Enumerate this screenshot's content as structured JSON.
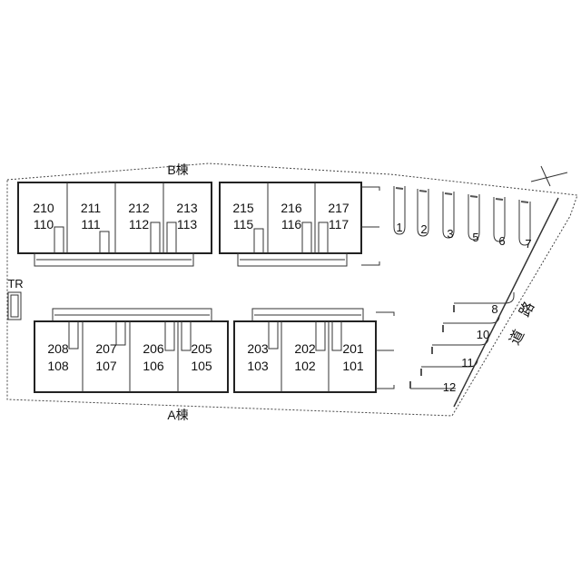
{
  "buildings": {
    "b": {
      "label": "B棟"
    },
    "a": {
      "label": "A棟"
    }
  },
  "units_b_left": [
    {
      "top": "210",
      "bottom": "110"
    },
    {
      "top": "211",
      "bottom": "111"
    },
    {
      "top": "212",
      "bottom": "112"
    },
    {
      "top": "213",
      "bottom": "113"
    }
  ],
  "units_b_right": [
    {
      "top": "215",
      "bottom": "115"
    },
    {
      "top": "216",
      "bottom": "116"
    },
    {
      "top": "217",
      "bottom": "117"
    }
  ],
  "units_a_left": [
    {
      "top": "208",
      "bottom": "108"
    },
    {
      "top": "207",
      "bottom": "107"
    },
    {
      "top": "206",
      "bottom": "106"
    },
    {
      "top": "205",
      "bottom": "105"
    }
  ],
  "units_a_right": [
    {
      "top": "203",
      "bottom": "103"
    },
    {
      "top": "202",
      "bottom": "102"
    },
    {
      "top": "201",
      "bottom": "101"
    }
  ],
  "tr_label": "TR",
  "parking": [
    "1",
    "2",
    "3",
    "5",
    "6",
    "7",
    "8",
    "10",
    "11",
    "12"
  ],
  "road": {
    "char1": "道",
    "char2": "路"
  },
  "colors": {
    "line": "#222222",
    "background": "#ffffff"
  }
}
